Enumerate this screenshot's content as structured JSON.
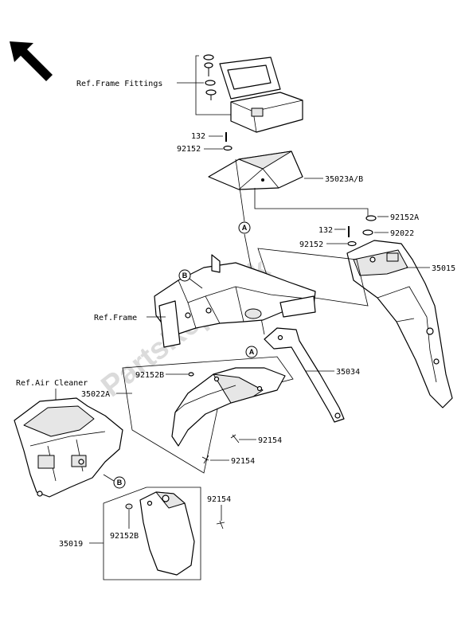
{
  "watermark": "PartsRepublik",
  "callouts": {
    "a": "A",
    "b": "B"
  },
  "labels": {
    "ref_frame_fittings": "Ref.Frame Fittings",
    "p132_top": "132",
    "p92152_top": "92152",
    "p35023": "35023A/B",
    "p92152A": "92152A",
    "p132_mid": "132",
    "p92022": "92022",
    "p92152_mid": "92152",
    "p35015": "35015",
    "ref_frame": "Ref.Frame",
    "p35034": "35034",
    "ref_air_cleaner": "Ref.Air Cleaner",
    "p92152B_top": "92152B",
    "p35022A": "35022A",
    "p92154_a": "92154",
    "p92154_b": "92154",
    "p92154_c": "92154",
    "p92152B_bot": "92152B",
    "p35019": "35019"
  }
}
